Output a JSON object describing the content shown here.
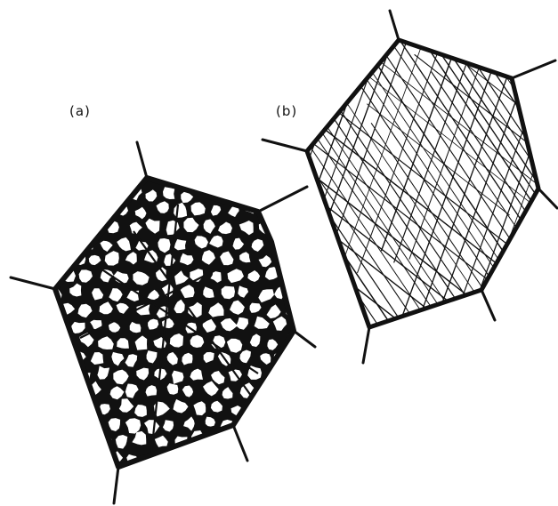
{
  "panels": [
    {
      "id": "a",
      "label": "(a)",
      "style": "cellular network"
    },
    {
      "id": "b",
      "label": "(b)",
      "style": "crossing line pattern"
    }
  ],
  "colors": {
    "ink": "#111111",
    "background": "#ffffff"
  }
}
